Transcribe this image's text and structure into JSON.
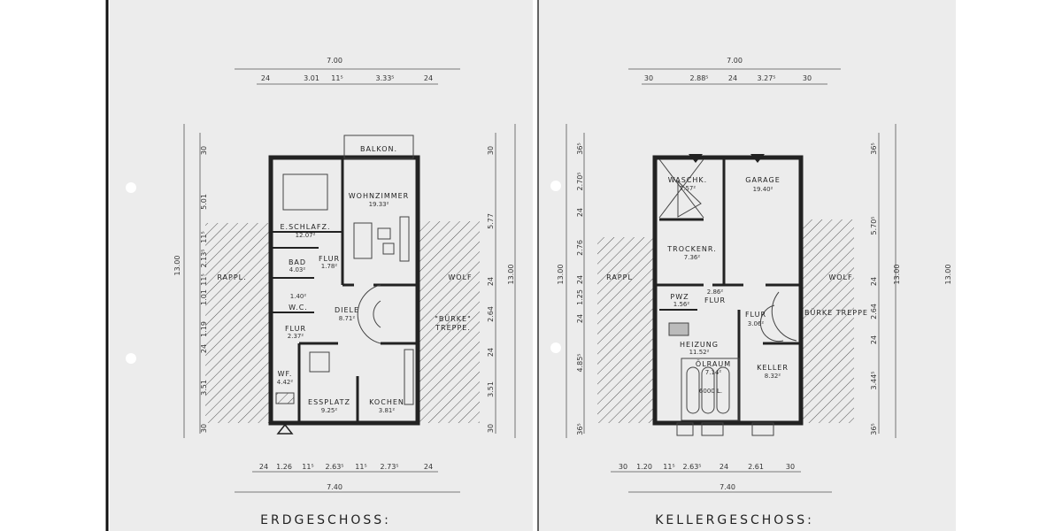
{
  "sheets": [
    {
      "title": "ERDGESCHOSS:",
      "rooms": [
        {
          "name": "BALKON.",
          "area": ""
        },
        {
          "name": "WOHNZIMMER",
          "area": "19.33²"
        },
        {
          "name": "E.SCHLAFZ.",
          "area": "12.07²"
        },
        {
          "name": "BAD",
          "area": "4.03²"
        },
        {
          "name": "FLUR",
          "area": "1.78²"
        },
        {
          "name": "W.C.",
          "area": "1.40²"
        },
        {
          "name": "DIELE",
          "area": "8.71²"
        },
        {
          "name": "FLUR",
          "area": "2.37²"
        },
        {
          "name": "WF.",
          "area": "4.42²"
        },
        {
          "name": "ESSPLATZ",
          "area": "9.25²"
        },
        {
          "name": "KOCHEN",
          "area": "3.81²"
        }
      ],
      "neighbours": [
        "RAPPL.",
        "WOLF",
        "\"BÜRKE\"",
        "TREPPE."
      ],
      "dims_top": [
        "7.00",
        "24",
        "3.01",
        "11⁵",
        "3.33⁵",
        "24"
      ],
      "dims_bottom": [
        "24",
        "1.26",
        "11⁵",
        "2.63⁵",
        "11⁵",
        "2.73⁵",
        "24",
        "7.40"
      ],
      "dims_left": [
        "13.00",
        "30",
        "5.01",
        "11⁵",
        "2.13⁵",
        "11⁵",
        "1.01",
        "1.19",
        "24",
        "3.51",
        "30"
      ],
      "dims_right": [
        "30",
        "5.77",
        "24",
        "2.64",
        "24",
        "3.51",
        "30",
        "13.00"
      ]
    },
    {
      "title": "KELLERGESCHOSS:",
      "rooms": [
        {
          "name": "WASCHK.",
          "area": "7.57²"
        },
        {
          "name": "GARAGE",
          "area": "19.40²"
        },
        {
          "name": "TROCKENR.",
          "area": "7.36²"
        },
        {
          "name": "FLUR",
          "area": "2.86²"
        },
        {
          "name": "PWZ",
          "area": "1.56²"
        },
        {
          "name": "FLUR",
          "area": "3.06²"
        },
        {
          "name": "HEIZUNG",
          "area": "11.52²"
        },
        {
          "name": "ÖLRAUM",
          "area": "7.14²"
        },
        {
          "name": "6000 L.",
          "area": ""
        },
        {
          "name": "KELLER",
          "area": "8.32²"
        }
      ],
      "neighbours": [
        "RAPPL",
        "WOLF",
        "BÜRKE TREPPE"
      ],
      "dims_top": [
        "7.00",
        "30",
        "2.88⁵",
        "24",
        "3.27⁵",
        "30"
      ],
      "dims_bottom": [
        "30",
        "1.20",
        "11⁵",
        "2.63⁵",
        "24",
        "2.61",
        "30",
        "7.40"
      ],
      "dims_left": [
        "13.00",
        "36⁵",
        "2.70⁵",
        "24",
        "2.76",
        "24",
        "1.25",
        "24",
        "4.85⁵",
        "36⁵"
      ],
      "dims_right": [
        "36⁵",
        "5.70⁵",
        "24",
        "2.64",
        "24",
        "3.44⁵",
        "36⁵",
        "13.00",
        "13.00"
      ]
    }
  ],
  "colors": {
    "paper": "#ececec",
    "ink": "#222222",
    "margin": "#ffffff"
  }
}
